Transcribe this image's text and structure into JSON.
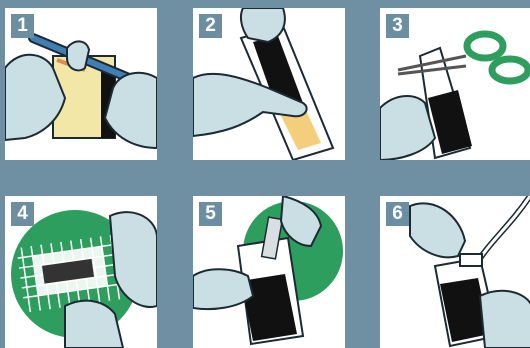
{
  "steps": [
    {
      "number": "1",
      "scene": "hands-open-pouch-icon"
    },
    {
      "number": "2",
      "scene": "hands-slide-pouch-icon"
    },
    {
      "number": "3",
      "scene": "scissors-cut-corner-icon"
    },
    {
      "number": "4",
      "scene": "mesh-over-packet-icon"
    },
    {
      "number": "5",
      "scene": "insert-tube-icon"
    },
    {
      "number": "6",
      "scene": "attach-hose-icon"
    }
  ],
  "colors": {
    "background": "#6f8fa3",
    "badge": "#6b8ea1",
    "hand": "#c9dfe4",
    "hand_outline": "#1b2a33",
    "accent_green": "#2e9e5e",
    "pouch_black": "#111111",
    "pouch_yellow": "#f3e7a8"
  }
}
